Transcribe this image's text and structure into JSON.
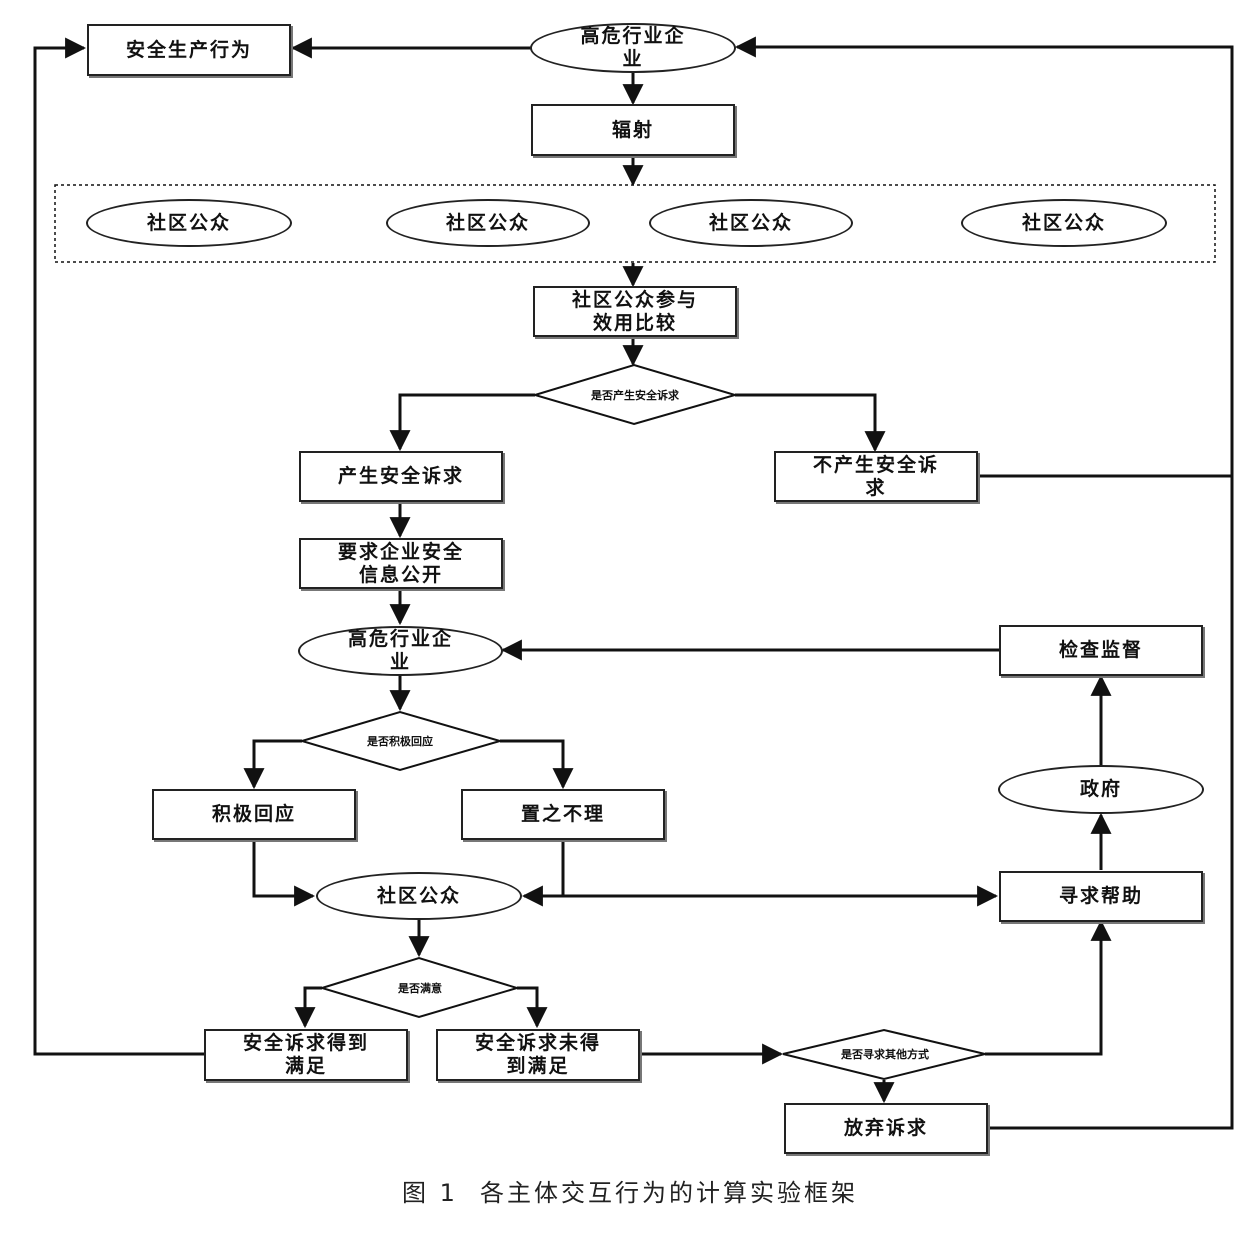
{
  "nodes": {
    "safe_behavior": "安全生产行为",
    "enterprise_top": "高危行业企\n业",
    "radiation": "辐射",
    "public_1": "社区公众",
    "public_2": "社区公众",
    "public_3": "社区公众",
    "public_4": "社区公众",
    "utility_compare": "社区公众参与\n效用比较",
    "q_appeal": "是否产生安全诉求",
    "appeal_yes": "产生安全诉求",
    "appeal_no": "不产生安全诉\n求",
    "require_disclosure": "要求企业安全\n信息公开",
    "enterprise_mid": "高危行业企\n业",
    "inspect": "检查监督",
    "q_respond": "是否积极回应",
    "respond_yes": "积极回应",
    "respond_no": "置之不理",
    "government": "政府",
    "public_mid": "社区公众",
    "seek_help": "寻求帮助",
    "q_satisfied": "是否满意",
    "satisfied": "安全诉求得到\n满足",
    "unsatisfied": "安全诉求未得\n到满足",
    "q_other": "是否寻求其他方式",
    "give_up": "放弃诉求"
  },
  "caption": {
    "number": "图 1",
    "text": "各主体交互行为的计算实验框架"
  }
}
